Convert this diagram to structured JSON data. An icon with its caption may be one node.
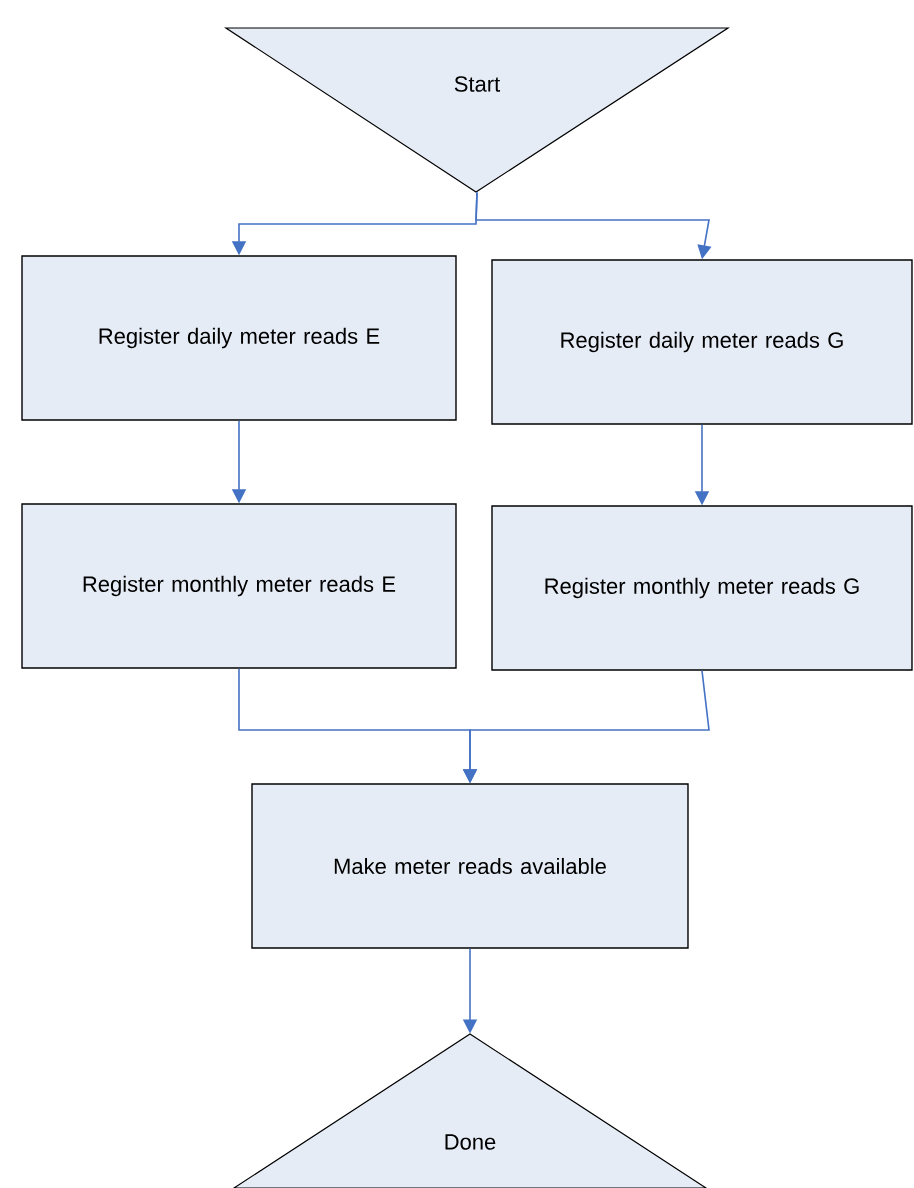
{
  "diagram": {
    "nodes": [
      {
        "text": [
          "Start"
        ]
      },
      {
        "text": [
          "Register daily meter reads E"
        ]
      },
      {
        "text": [
          "Register daily meter reads G"
        ]
      },
      {
        "text": [
          "Register monthly meter reads E"
        ]
      },
      {
        "text": [
          "Register monthly meter reads G"
        ]
      },
      {
        "text": [
          "Make meter reads available"
        ]
      },
      {
        "text": [
          "Done"
        ]
      }
    ],
    "edges": [
      {
        "from": 0,
        "to": 1,
        "arrow": "to"
      },
      {
        "from": 0,
        "to": 2,
        "arrow": "to"
      },
      {
        "from": 1,
        "to": 3,
        "arrow": "to"
      },
      {
        "from": 2,
        "to": 4,
        "arrow": "to"
      },
      {
        "from": 3,
        "to": 5,
        "arrow": "to"
      },
      {
        "from": 4,
        "to": 5,
        "arrow": "to"
      },
      {
        "from": 5,
        "to": 6,
        "arrow": "to"
      }
    ]
  }
}
